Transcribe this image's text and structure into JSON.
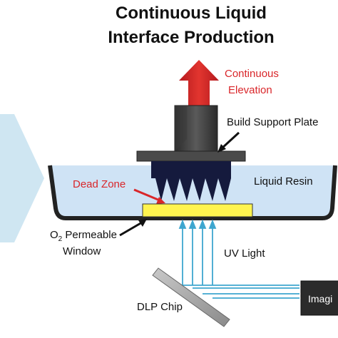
{
  "title": {
    "line1": "Continuous Liquid",
    "line2": "Interface Production"
  },
  "labels": {
    "continuous_line1": "Continuous",
    "continuous_line2": "Elevation",
    "build_support_plate": "Build Support Plate",
    "dead_zone": "Dead Zone",
    "liquid_resin": "Liquid Resin",
    "window_o": "O",
    "window_sub": "2",
    "window_rest": " Permeable",
    "window_line2": "Window",
    "uv_light": "UV Light",
    "dlp_chip": "DLP Chip",
    "imaging": "Imagi"
  },
  "colors": {
    "accent_red": "#d9262a",
    "resin": "#cfe3f5",
    "window": "#fff44f",
    "plate_dark": "#151a3d",
    "uv_line": "#3ea6cf",
    "chevron": "#cfe6f2"
  }
}
